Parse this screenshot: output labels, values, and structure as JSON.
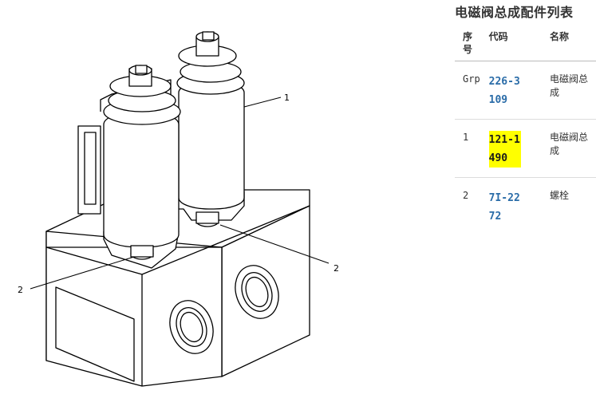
{
  "panel": {
    "title": "电磁阀总成配件列表",
    "headers": {
      "seq": "序号",
      "code": "代码",
      "name": "名称"
    },
    "rows": [
      {
        "seq": "Grp",
        "code": "226-3109",
        "name": "电磁阀总成",
        "highlighted": false
      },
      {
        "seq": "1",
        "code": "121-1490",
        "name": "电磁阀总成",
        "highlighted": true
      },
      {
        "seq": "2",
        "code": "7I-2272",
        "name": "螺栓",
        "highlighted": false
      }
    ]
  },
  "diagram": {
    "callouts": {
      "solenoid": "1",
      "bolt_left": "2",
      "bolt_right": "2"
    }
  },
  "colors": {
    "link": "#2a6ca8",
    "highlight": "#ffff00"
  }
}
